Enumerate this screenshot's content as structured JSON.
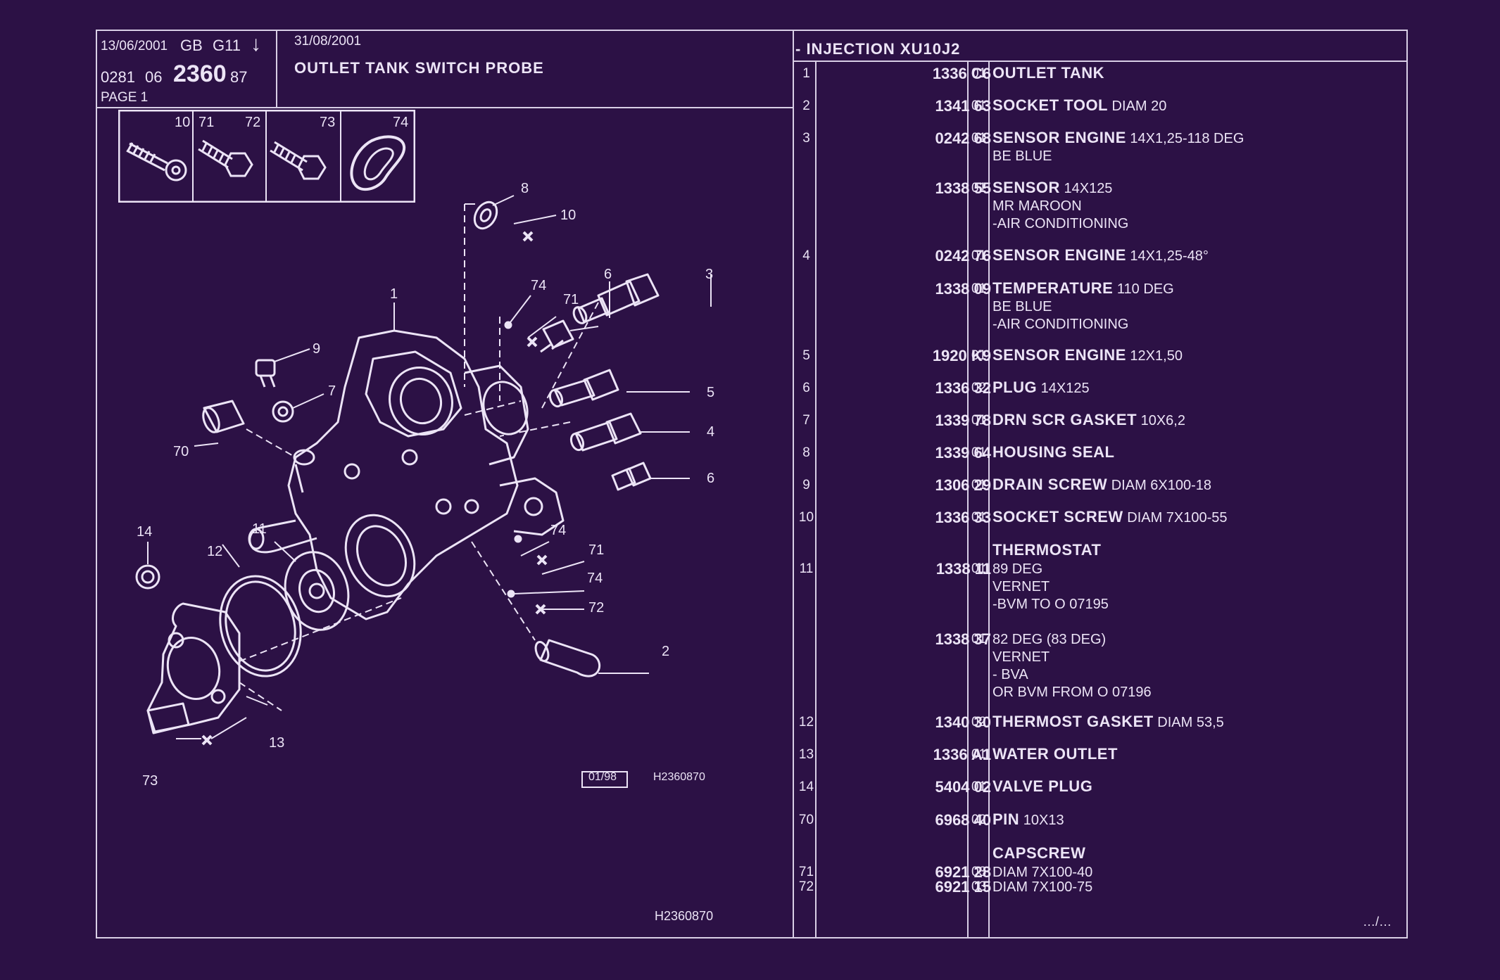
{
  "header": {
    "date_left": "13/06/2001",
    "lang": "GB",
    "model": "G11",
    "arrow": "↓",
    "code_a": "0281",
    "code_b": "06",
    "code_main": "2360",
    "code_c": "87",
    "page_label": "PAGE 1",
    "date_right": "31/08/2001",
    "sheet_title": "OUTLET TANK SWITCH PROBE",
    "section_title": "- INJECTION XU10J2"
  },
  "inset_labels": [
    "10",
    "71",
    "72",
    "73",
    "74"
  ],
  "diagram": {
    "stamp": "01/98",
    "ref_small": "H2360870",
    "ref_bottom": "H2360870",
    "callouts": [
      "8",
      "10",
      "74",
      "71",
      "6",
      "3",
      "1",
      "9",
      "7",
      "5",
      "70",
      "4",
      "6",
      "14",
      "11",
      "12",
      "74",
      "71",
      "74",
      "72",
      "2",
      "13",
      "73"
    ]
  },
  "parts": [
    {
      "idx": "1",
      "ref": "1336 C6",
      "qty": "01",
      "lines": [
        {
          "bold": "OUTLET TANK",
          "rest": ""
        }
      ]
    },
    {
      "idx": "2",
      "ref": "1341 63",
      "qty": "01",
      "lines": [
        {
          "bold": "SOCKET TOOL",
          "rest": " DIAM 20"
        }
      ]
    },
    {
      "idx": "3",
      "ref": "0242 68",
      "qty": "01",
      "lines": [
        {
          "bold": "SENSOR ENGINE",
          "rest": " 14X1,25-118 DEG"
        },
        {
          "bold": "",
          "rest": "BE BLUE"
        }
      ]
    },
    {
      "idx": "",
      "ref": "1338 55",
      "qty": "01",
      "lines": [
        {
          "bold": "SENSOR",
          "rest": " 14X125"
        },
        {
          "bold": "",
          "rest": "MR MAROON"
        },
        {
          "bold": "",
          "rest": "-AIR CONDITIONING"
        }
      ]
    },
    {
      "idx": "4",
      "ref": "0242 76",
      "qty": "01",
      "lines": [
        {
          "bold": "SENSOR ENGINE",
          "rest": " 14X1,25-48°"
        }
      ]
    },
    {
      "idx": "",
      "ref": "1338 09",
      "qty": "01",
      "lines": [
        {
          "bold": "TEMPERATURE",
          "rest": " 110 DEG"
        },
        {
          "bold": "",
          "rest": "BE BLUE"
        },
        {
          "bold": "",
          "rest": "-AIR CONDITIONING"
        }
      ]
    },
    {
      "idx": "5",
      "ref": "1920 K9",
      "qty": "01",
      "lines": [
        {
          "bold": "SENSOR ENGINE",
          "rest": " 12X1,50"
        }
      ]
    },
    {
      "idx": "6",
      "ref": "1336 32",
      "qty": "02",
      "lines": [
        {
          "bold": "PLUG",
          "rest": " 14X125"
        }
      ]
    },
    {
      "idx": "7",
      "ref": "1339 78",
      "qty": "01",
      "lines": [
        {
          "bold": "DRN SCR GASKET",
          "rest": " 10X6,2"
        }
      ]
    },
    {
      "idx": "8",
      "ref": "1339 64",
      "qty": "01",
      "lines": [
        {
          "bold": "HOUSING SEAL",
          "rest": ""
        }
      ]
    },
    {
      "idx": "9",
      "ref": "1306 29",
      "qty": "01",
      "lines": [
        {
          "bold": "DRAIN SCREW",
          "rest": " DIAM 6X100-18"
        }
      ]
    },
    {
      "idx": "10",
      "ref": "1336 33",
      "qty": "01",
      "lines": [
        {
          "bold": "SOCKET SCREW",
          "rest": " DIAM 7X100-55"
        }
      ]
    },
    {
      "idx": "",
      "ref": "",
      "qty": "",
      "lines": [
        {
          "bold": "THERMOSTAT",
          "rest": ""
        }
      ]
    },
    {
      "idx": "11",
      "ref": "1338 11",
      "qty": "01",
      "lines": [
        {
          "bold": "",
          "rest": "89 DEG"
        },
        {
          "bold": "",
          "rest": "VERNET"
        },
        {
          "bold": "",
          "rest": "-BVM TO  O  07195"
        }
      ]
    },
    {
      "idx": "",
      "ref": "1338 37",
      "qty": "01",
      "lines": [
        {
          "bold": "",
          "rest": "82 DEG (83 DEG)"
        },
        {
          "bold": "",
          "rest": "VERNET"
        },
        {
          "bold": "",
          "rest": "-     BVA"
        },
        {
          "bold": "",
          "rest": "OR BVM FROM  O  07196"
        }
      ]
    },
    {
      "idx": "12",
      "ref": "1340 30",
      "qty": "02",
      "lines": [
        {
          "bold": "THERMOST GASKET",
          "rest": " DIAM 53,5"
        }
      ]
    },
    {
      "idx": "13",
      "ref": "1336 A1",
      "qty": "01",
      "lines": [
        {
          "bold": "WATER OUTLET",
          "rest": ""
        }
      ]
    },
    {
      "idx": "14",
      "ref": "5404 02",
      "qty": "01",
      "lines": [
        {
          "bold": "VALVE PLUG",
          "rest": ""
        }
      ]
    },
    {
      "idx": "70",
      "ref": "6968 40",
      "qty": "02",
      "lines": [
        {
          "bold": "PIN",
          "rest": " 10X13"
        }
      ]
    },
    {
      "idx": "",
      "ref": "",
      "qty": "",
      "lines": [
        {
          "bold": "CAPSCREW",
          "rest": ""
        }
      ]
    },
    {
      "idx": "71",
      "ref": "6921 28",
      "qty": "03",
      "lines": [
        {
          "bold": "",
          "rest": "DIAM 7X100-40"
        }
      ]
    },
    {
      "idx": "72",
      "ref": "6921 15",
      "qty": "03",
      "lines": [
        {
          "bold": "",
          "rest": "DIAM 7X100-75"
        }
      ]
    }
  ],
  "continuation": "…/…"
}
